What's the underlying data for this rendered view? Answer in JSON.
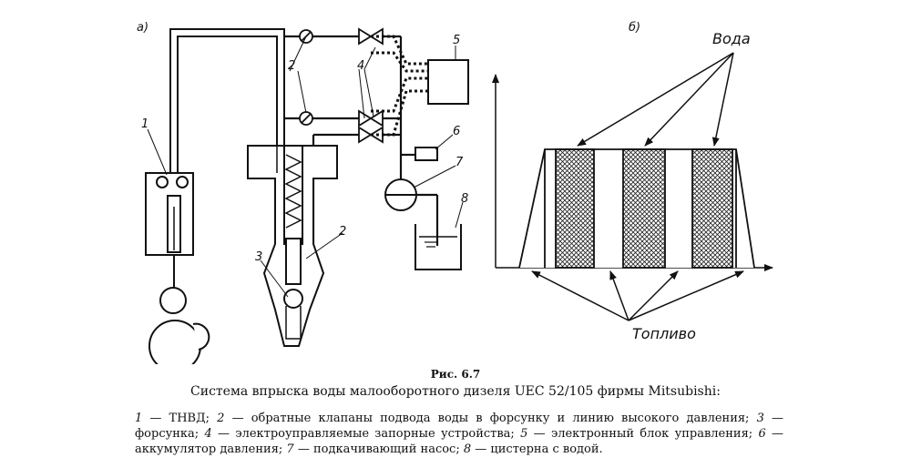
{
  "panel_a_label": "а)",
  "panel_b_label": "б)",
  "part_labels": {
    "n1": "1",
    "n2a": "2",
    "n2b": "2",
    "n3": "3",
    "n4": "4",
    "n5": "5",
    "n6": "6",
    "n7": "7",
    "n8": "8"
  },
  "water_label": "Вода",
  "fuel_label": "Топливо",
  "caption": {
    "figure_number": "Рис. 6.7",
    "title": "Система впрыска воды малооборотного дизеля UEC 52/105 фирмы Mitsubishi:",
    "legend": [
      {
        "n": "1",
        "text": " — ТНВД; "
      },
      {
        "n": "2",
        "text": " — обратные клапаны подвода воды в форсунку и линию высокого давления; "
      },
      {
        "n": "3",
        "text": " — форсунка; "
      },
      {
        "n": "4",
        "text": " — электроуправляемые запорные устройства; "
      },
      {
        "n": "5",
        "text": " — электронный блок управления; "
      },
      {
        "n": "6",
        "text": " — аккумулятор давления; "
      },
      {
        "n": "7",
        "text": " — подкачивающий насос; "
      },
      {
        "n": "8",
        "text": " — цистерна с водой."
      }
    ]
  }
}
